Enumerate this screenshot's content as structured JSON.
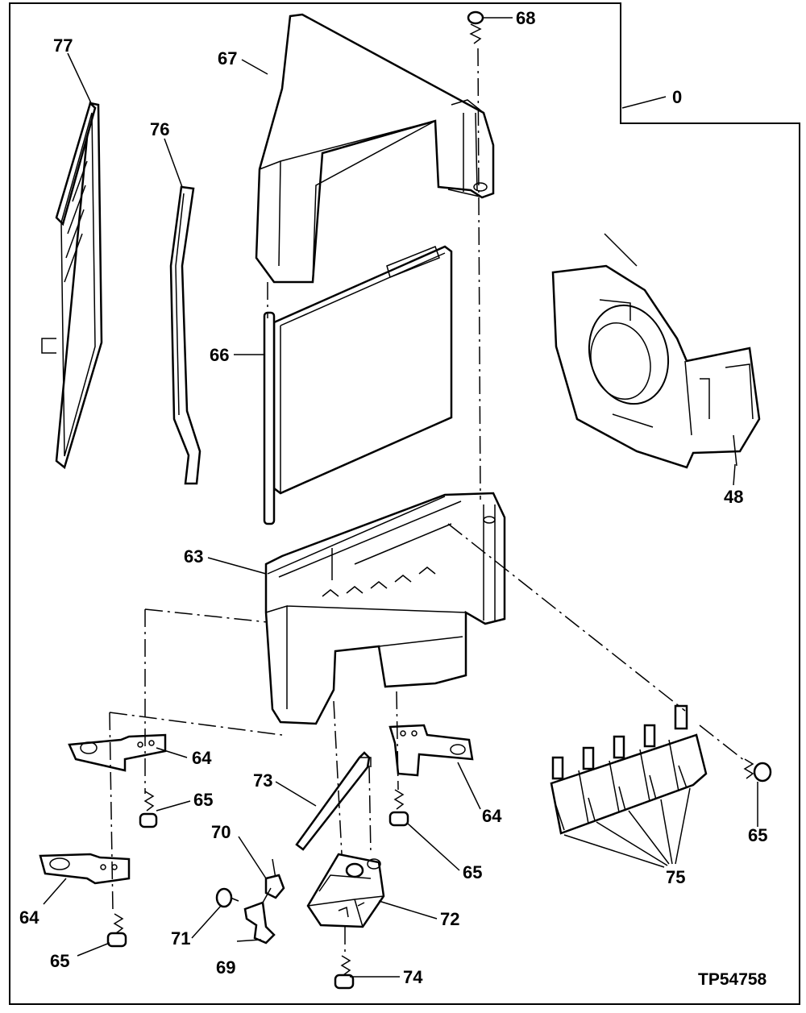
{
  "diagram": {
    "drawing_id": "TP54758",
    "callouts": {
      "c77": "77",
      "c76": "76",
      "c67": "67",
      "c68": "68",
      "c0": "0",
      "c66": "66",
      "c48": "48",
      "c63": "63",
      "c64a": "64",
      "c65a": "65",
      "c73": "73",
      "c64b": "64",
      "c70": "70",
      "c65b": "65",
      "c65c": "65",
      "c64c": "64",
      "c71": "71",
      "c72": "72",
      "c75": "75",
      "c65d": "65",
      "c69": "69",
      "c74": "74"
    }
  }
}
